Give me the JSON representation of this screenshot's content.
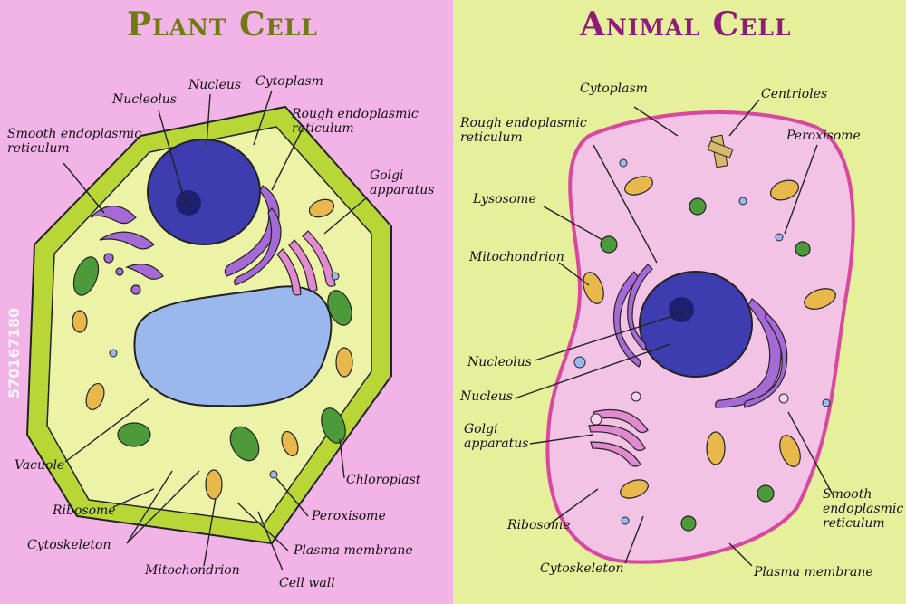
{
  "plant": {
    "title": "Plant Cell",
    "labels": {
      "nucleolus": "Nucleolus",
      "nucleus": "Nucleus",
      "cytoplasm": "Cytoplasm",
      "smooth_er": "Smooth endoplasmic reticulum",
      "rough_er": "Rough endoplasmic reticulum",
      "golgi": "Golgi apparatus",
      "vacuole": "Vacuole",
      "ribosome": "Ribosome",
      "cytoskeleton": "Cytoskeleton",
      "mitochondrion": "Mitochondrion",
      "cell_wall": "Cell wall",
      "plasma_membrane": "Plasma membrane",
      "peroxisome": "Peroxisome",
      "chloroplast": "Chloroplast"
    }
  },
  "animal": {
    "title": "Animal Cell",
    "labels": {
      "cytoplasm": "Cytoplasm",
      "centrioles": "Centrioles",
      "rough_er": "Rough endoplasmic reticulum",
      "peroxisome": "Peroxisome",
      "lysosome": "Lysosome",
      "mitochondrion": "Mitochondrion",
      "nucleolus": "Nucleolus",
      "nucleus": "Nucleus",
      "golgi": "Golgi apparatus",
      "ribosome": "Ribosome",
      "cytoskeleton": "Cytoskeleton",
      "smooth_er": "Smooth endoplasmic reticulum",
      "plasma_membrane": "Plasma membrane"
    }
  },
  "watermark": "570167180",
  "colors": {
    "plant_bg": "#f2b3e6",
    "animal_bg": "#e6ef9a",
    "cell_wall": "#b9d637",
    "plant_cytoplasm": "#ecf2a6",
    "animal_cytoplasm": "#f3c3e6",
    "nucleus": "#3a3aa6",
    "vacuole": "#9bb8ee",
    "er": "#a66ad6",
    "golgi": "#e08ad0",
    "mitochondrion": "#e8b84a",
    "chloroplast": "#4c9a3a"
  }
}
